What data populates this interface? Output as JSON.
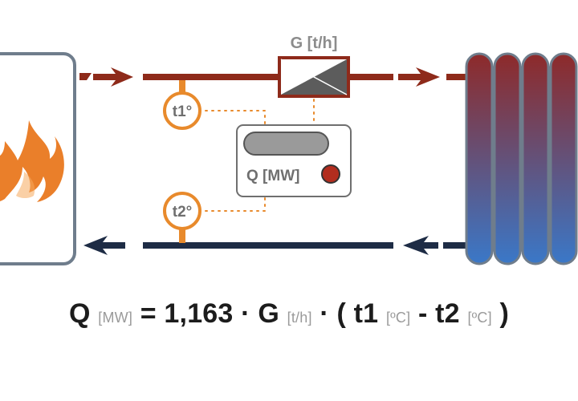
{
  "diagram": {
    "meter_label": "G [t/h]",
    "sensor_supply_label": "t1°",
    "sensor_return_label": "t2°",
    "calculator_label": "Q [MW]",
    "colors": {
      "supply": "#8e2a1a",
      "return": "#1e2c45",
      "sensor": "#e88a2c",
      "flame": "#ea7f2a",
      "frame": "#6f7d8c",
      "indicator": "#b22d1e",
      "radiator_top": "#8e2a2a",
      "radiator_bottom": "#3a78c8"
    },
    "icons": [
      "flame-icon",
      "flow-meter-icon",
      "radiator-icon",
      "flow-arrow-icon",
      "indicator-light-icon"
    ]
  },
  "formula": {
    "q": "Q",
    "q_unit": "[MW]",
    "equals_const": "= 1,163 · G",
    "g_unit": "[t/h]",
    "dot_paren": "· ( t1",
    "t1_unit": "[ºC]",
    "minus_t2": "- t2",
    "t2_unit": "[ºC]",
    "close_paren": ")"
  }
}
